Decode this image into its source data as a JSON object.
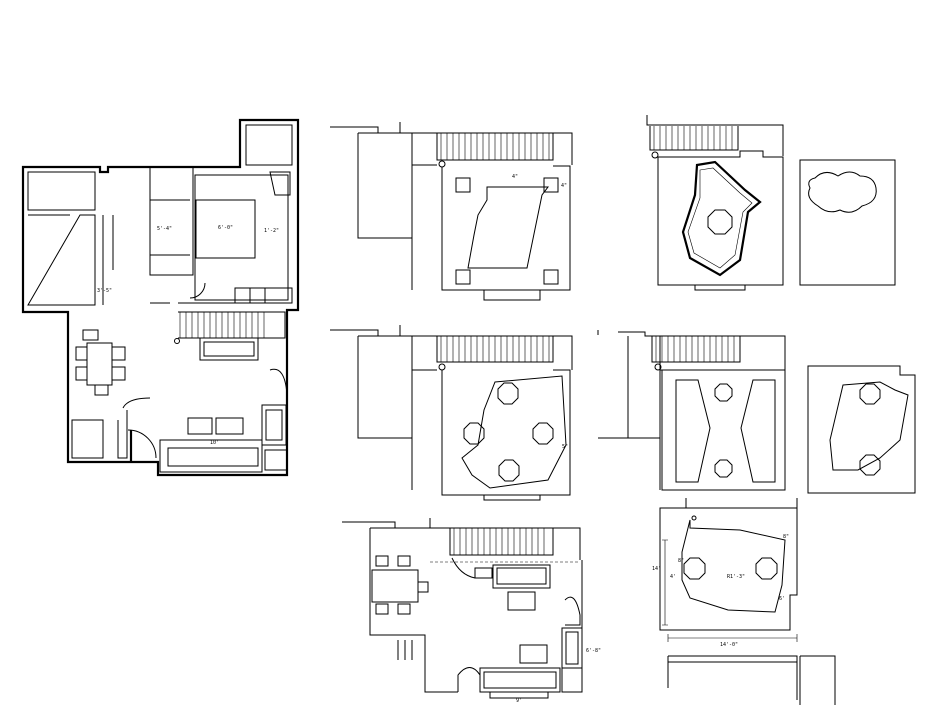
{
  "drawing": {
    "main_plan": {
      "dims": [
        "3'-5\"",
        "5'-4\"",
        "6'-0\"",
        "1'-2\"",
        "10'"
      ]
    },
    "ceiling_plan_1": {
      "dims": [
        "4\"",
        "4\""
      ]
    },
    "ceiling_plan_3": {
      "dims": [
        "5\""
      ]
    },
    "furniture_plan": {
      "dims": [
        "6'-8\"",
        "9'"
      ]
    },
    "dimensioned_plan": {
      "dims": [
        "8\"",
        "8\"",
        "4'",
        "R1'-3\"",
        "6'",
        "14'",
        "14'-0\""
      ]
    }
  }
}
